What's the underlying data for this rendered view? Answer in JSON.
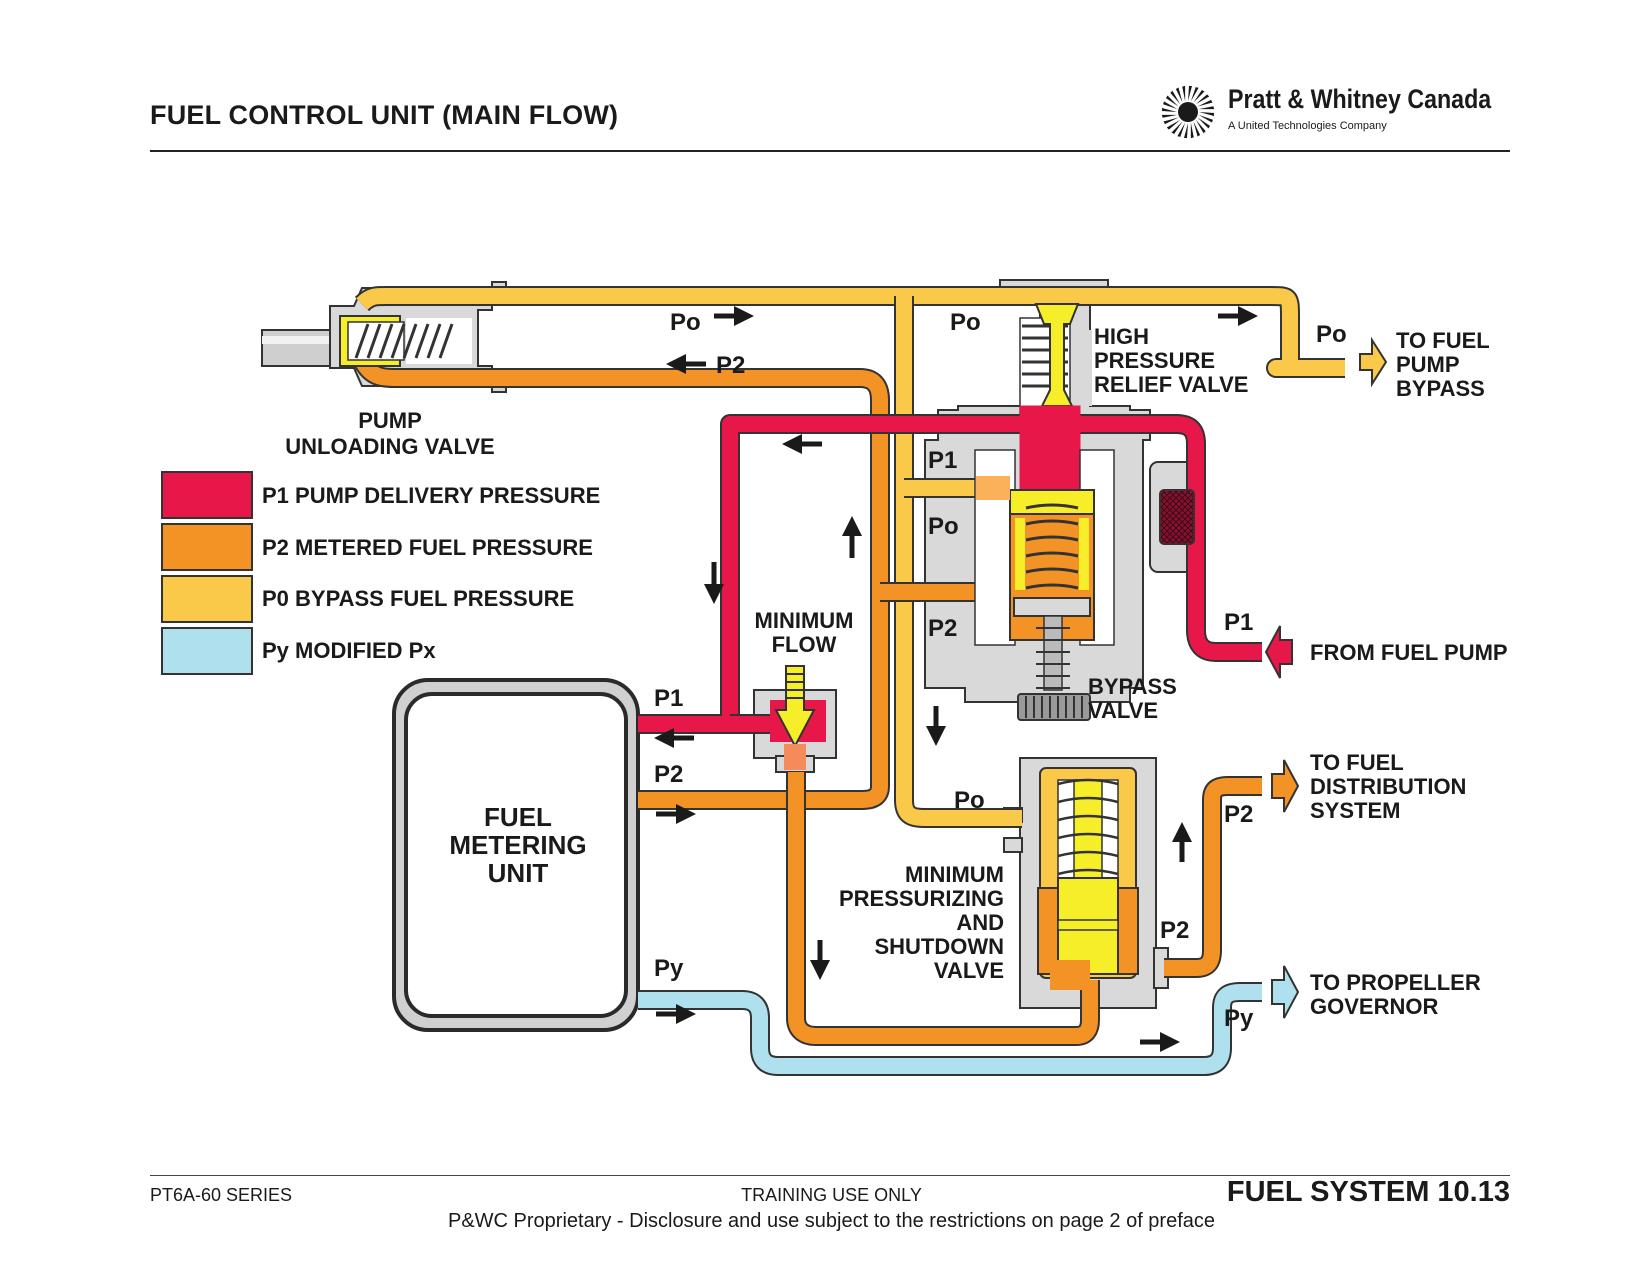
{
  "header": {
    "title": "FUEL CONTROL UNIT (MAIN FLOW)",
    "brand": "Pratt & Whitney Canada",
    "brand_sub": "A United Technologies Company"
  },
  "colors": {
    "p1": "#e8174a",
    "p2": "#f39325",
    "p0": "#fbc94a",
    "py": "#aee0ee",
    "housing": "#d9d9d9",
    "valve_yellow": "#f7ee2a"
  },
  "legend": [
    {
      "label": "P1 PUMP DELIVERY PRESSURE",
      "color": "#e8174a"
    },
    {
      "label": "P2 METERED FUEL PRESSURE",
      "color": "#f39325"
    },
    {
      "label": "P0 BYPASS FUEL PRESSURE",
      "color": "#fbc94a"
    },
    {
      "label": "Py MODIFIED Px",
      "color": "#aee0ee"
    }
  ],
  "components": {
    "pump_unloading_valve": [
      "PUMP",
      "UNLOADING VALVE"
    ],
    "high_pressure_relief_valve": [
      "HIGH",
      "PRESSURE",
      "RELIEF VALVE"
    ],
    "bypass_valve": [
      "BYPASS",
      "VALVE"
    ],
    "minimum_flow": [
      "MINIMUM",
      "FLOW"
    ],
    "fuel_metering_unit": [
      "FUEL",
      "METERING",
      "UNIT"
    ],
    "min_pressurizing_valve": [
      "MINIMUM",
      "PRESSURIZING",
      "AND",
      "SHUTDOWN",
      "VALVE"
    ]
  },
  "destinations": {
    "fuel_pump_bypass": [
      "TO FUEL",
      "PUMP",
      "BYPASS"
    ],
    "from_fuel_pump": [
      "FROM FUEL PUMP"
    ],
    "fuel_distribution": [
      "TO FUEL",
      "DISTRIBUTION",
      "SYSTEM"
    ],
    "propeller_governor": [
      "TO PROPELLER",
      "GOVERNOR"
    ]
  },
  "pressure_labels": {
    "po": "Po",
    "p1": "P1",
    "p2": "P2",
    "py": "Py"
  },
  "footer": {
    "left": "PT6A-60 SERIES",
    "center": "TRAINING USE ONLY",
    "right": "FUEL SYSTEM 10.13",
    "notice": "P&WC Proprietary - Disclosure and use subject to the restrictions on page 2 of preface"
  }
}
